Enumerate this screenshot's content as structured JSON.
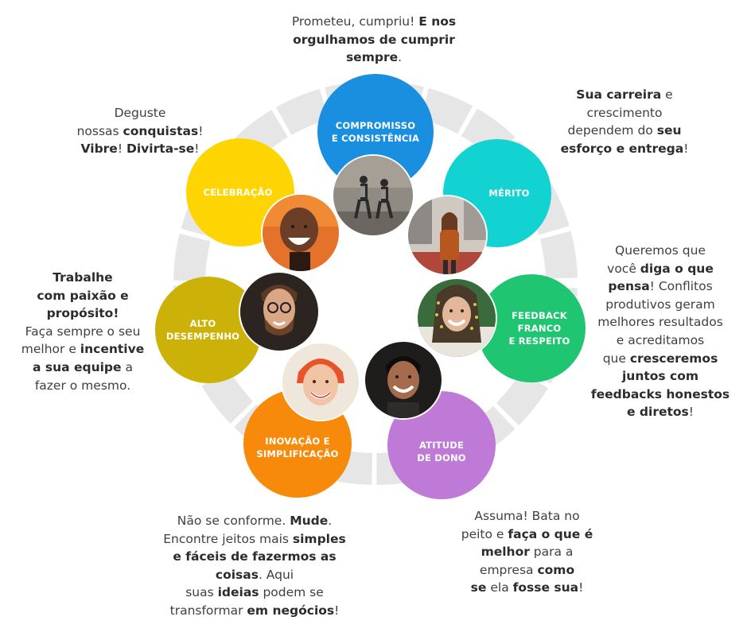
{
  "values": [
    {
      "id": "compromisso",
      "label": "COMPROMISSO\nE CONSISTÊNCIA",
      "color": "#1a8fe0",
      "caption": [
        [
          [
            "Prometeu, cumpriu! ",
            false
          ],
          [
            "E nos",
            true
          ]
        ],
        [
          [
            "orgulhamos de cumprir",
            true
          ]
        ],
        [
          [
            "sempre",
            true
          ],
          [
            ".",
            false
          ]
        ]
      ]
    },
    {
      "id": "merito",
      "label": "MÉRITO",
      "color": "#12d2d2",
      "caption": [
        [
          [
            "Sua carreira",
            true
          ],
          [
            " e",
            false
          ]
        ],
        [
          [
            "crescimento",
            false
          ]
        ],
        [
          [
            "dependem do ",
            false
          ],
          [
            "seu",
            true
          ]
        ],
        [
          [
            "esforço e entrega",
            true
          ],
          [
            "!",
            false
          ]
        ]
      ]
    },
    {
      "id": "feedback",
      "label": "FEEDBACK\nFRANCO\nE RESPEITO",
      "color": "#1fc570",
      "caption": [
        [
          [
            "Queremos que",
            false
          ]
        ],
        [
          [
            "você ",
            false
          ],
          [
            "diga o que",
            true
          ]
        ],
        [
          [
            "pensa",
            true
          ],
          [
            "! Conflitos",
            false
          ]
        ],
        [
          [
            "produtivos geram",
            false
          ]
        ],
        [
          [
            "melhores resultados",
            false
          ]
        ],
        [
          [
            "e acreditamos",
            false
          ]
        ],
        [
          [
            "que ",
            false
          ],
          [
            "cresceremos",
            true
          ]
        ],
        [
          [
            "juntos com",
            true
          ]
        ],
        [
          [
            "feedbacks honestos",
            true
          ]
        ],
        [
          [
            "e diretos",
            true
          ],
          [
            "!",
            false
          ]
        ]
      ]
    },
    {
      "id": "atitude",
      "label": "ATITUDE\nDE DONO",
      "color": "#bf7ad8",
      "caption": [
        [
          [
            "Assuma! Bata no",
            false
          ]
        ],
        [
          [
            "peito e ",
            false
          ],
          [
            "faça o que é",
            true
          ]
        ],
        [
          [
            "melhor",
            true
          ],
          [
            " para a",
            false
          ]
        ],
        [
          [
            "empresa ",
            false
          ],
          [
            "como",
            true
          ]
        ],
        [
          [
            "se",
            true
          ],
          [
            " ela ",
            false
          ],
          [
            "fosse sua",
            true
          ],
          [
            "!",
            false
          ]
        ]
      ]
    },
    {
      "id": "inovacao",
      "label": "INOVAÇÃO E\nSIMPLIFICAÇÃO",
      "color": "#f78a0a",
      "caption": [
        [
          [
            "Não se conforme. ",
            false
          ],
          [
            "Mude",
            true
          ],
          [
            ".",
            false
          ]
        ],
        [
          [
            "Encontre jeitos mais ",
            false
          ],
          [
            "simples",
            true
          ]
        ],
        [
          [
            "e fáceis de fazermos as",
            true
          ]
        ],
        [
          [
            "coisas",
            true
          ],
          [
            ". Aqui",
            false
          ]
        ],
        [
          [
            "suas ",
            false
          ],
          [
            "ideias",
            true
          ],
          [
            " podem se",
            false
          ]
        ],
        [
          [
            "transformar ",
            false
          ],
          [
            "em negócios",
            true
          ],
          [
            "!",
            false
          ]
        ]
      ]
    },
    {
      "id": "alto",
      "label": "ALTO\nDESEMPENHO",
      "color": "#ccb208",
      "caption": [
        [
          [
            "Trabalhe",
            true
          ]
        ],
        [
          [
            "com paixão e",
            true
          ]
        ],
        [
          [
            "propósito!",
            true
          ]
        ],
        [
          [
            "Faça sempre o seu",
            false
          ]
        ],
        [
          [
            "melhor e ",
            false
          ],
          [
            "incentive",
            true
          ]
        ],
        [
          [
            "a sua equipe",
            true
          ],
          [
            " a",
            false
          ]
        ],
        [
          [
            "fazer o mesmo.",
            false
          ]
        ]
      ]
    },
    {
      "id": "celebracao",
      "label": "CELEBRAÇÃO",
      "color": "#fed503",
      "caption": [
        [
          [
            "Deguste",
            false
          ]
        ],
        [
          [
            "nossas ",
            false
          ],
          [
            "conquistas",
            true
          ],
          [
            "!",
            false
          ]
        ],
        [
          [
            "Vibre",
            true
          ],
          [
            "! ",
            false
          ],
          [
            "Divirta-se",
            true
          ],
          [
            "!",
            false
          ]
        ]
      ]
    }
  ],
  "photos": [
    {
      "id": "photo-street-art",
      "subject": "street-art"
    },
    {
      "id": "photo-woman-street",
      "subject": "woman-street"
    },
    {
      "id": "photo-woman-braids",
      "subject": "woman-braids"
    },
    {
      "id": "photo-man-smiling",
      "subject": "man-smiling"
    },
    {
      "id": "photo-woman-redhair",
      "subject": "woman-redhair"
    },
    {
      "id": "photo-man-glasses",
      "subject": "man-glasses"
    },
    {
      "id": "photo-woman-laughing",
      "subject": "woman-laughing"
    }
  ]
}
